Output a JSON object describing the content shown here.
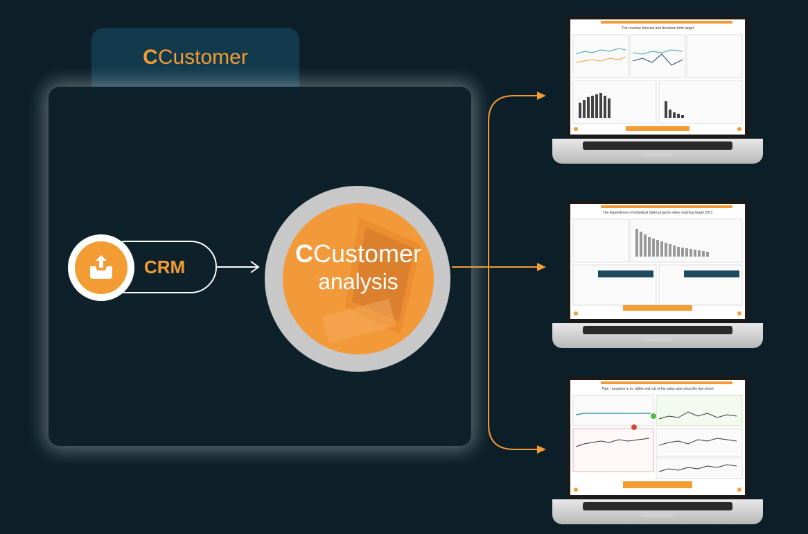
{
  "folder": {
    "brand_bold": "C",
    "brand_rest": "Customer"
  },
  "crm": {
    "label": "CRM",
    "icon": "upload-inbox-icon"
  },
  "analysis": {
    "brand_bold": "C",
    "brand_rest": "Customer",
    "subtitle": "analysis"
  },
  "laptops": [
    {
      "title": "The revenue forecast and deviation from target"
    },
    {
      "title": "The dependence of individual Sales projects when reaching target 2021"
    },
    {
      "title": "Pipe - progress in to, within and out of the sales pipe since the last report"
    }
  ],
  "colors": {
    "accent": "#f39c33",
    "background": "#0c1f28",
    "tab": "#123a4c"
  }
}
